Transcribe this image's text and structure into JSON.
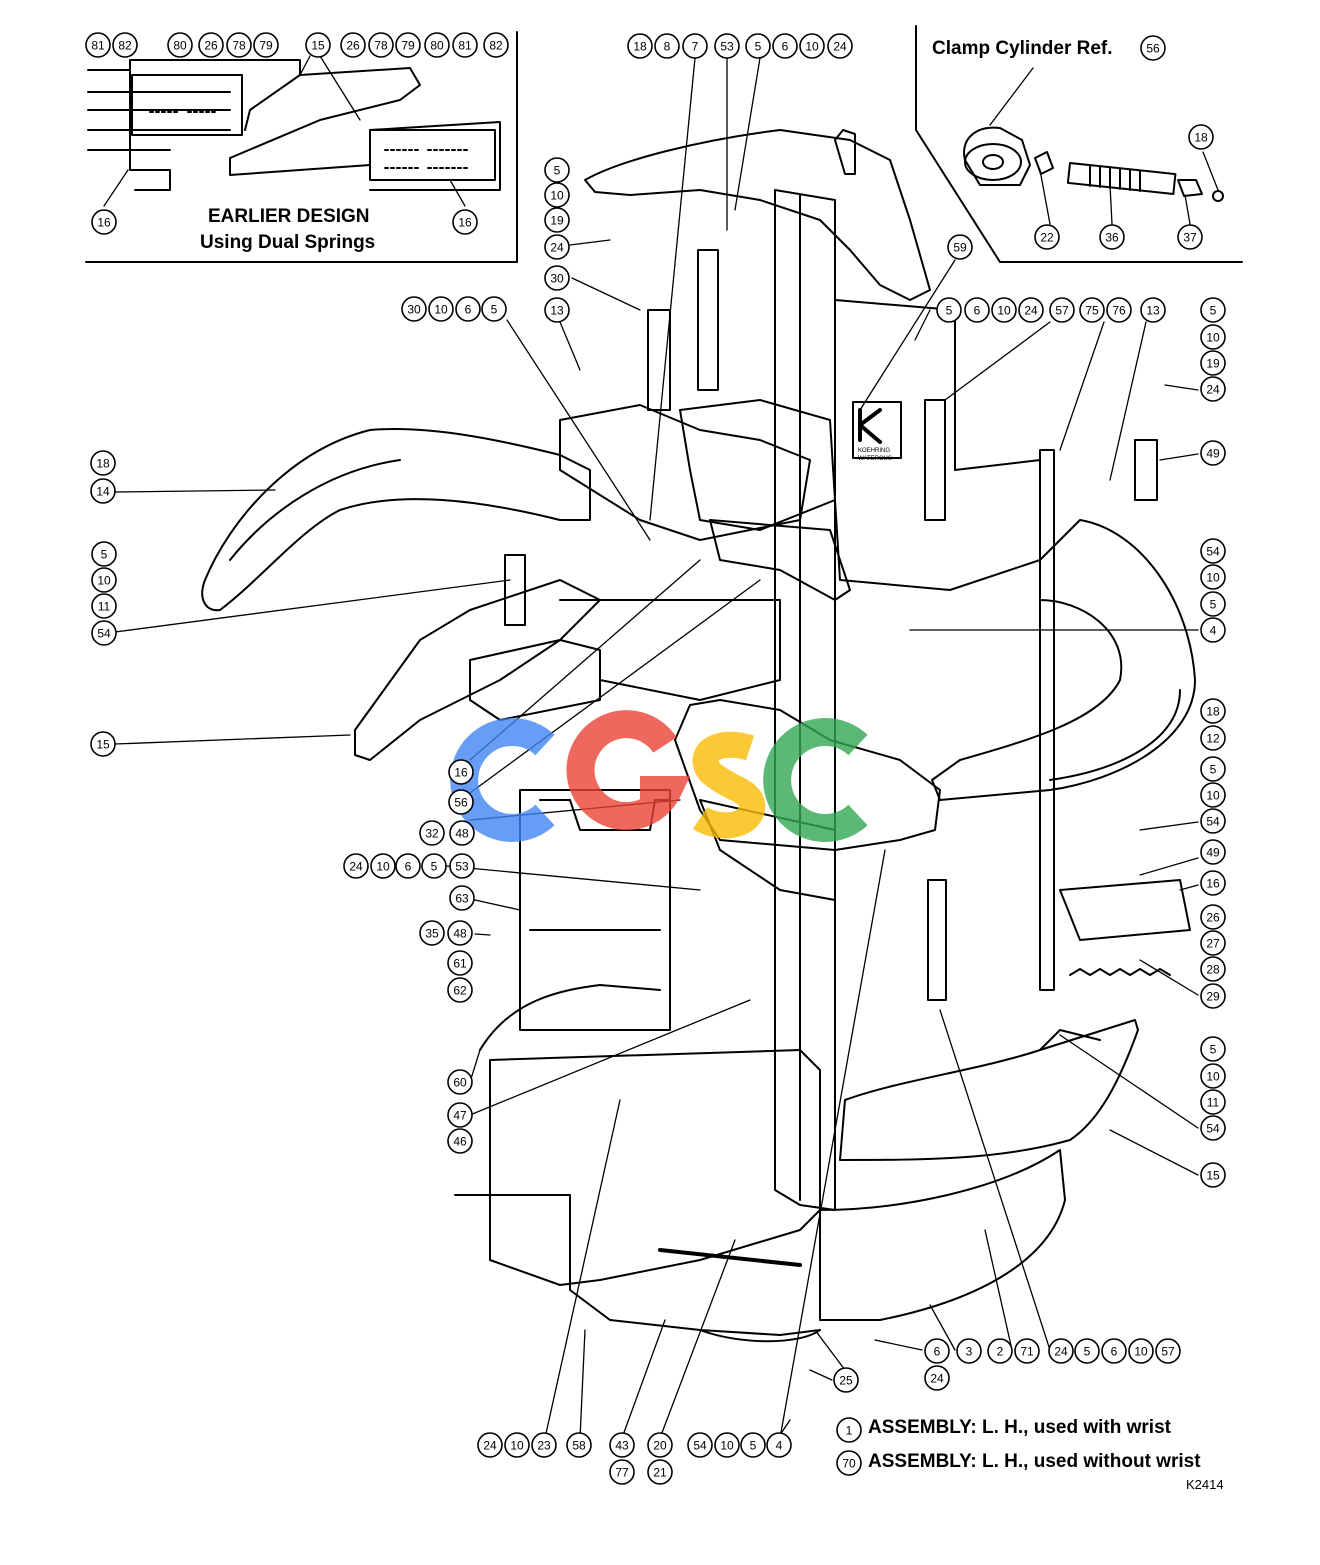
{
  "inset_earlier": {
    "caption_line1": "EARLIER DESIGN",
    "caption_line2": "Using Dual Springs"
  },
  "inset_clamp": {
    "title": "Clamp Cylinder Ref."
  },
  "legend": [
    {
      "callout": "1",
      "text": "ASSEMBLY: L. H., used with wrist"
    },
    {
      "callout": "70",
      "text": "ASSEMBLY: L. H., used without wrist"
    }
  ],
  "drawing_number": "K2414",
  "logo": {
    "letter": "K",
    "line1": "KOEHRING",
    "line2": "WATEROUS"
  },
  "watermark": {
    "text": "CGSC",
    "colors": [
      "#4285F4",
      "#EA4335",
      "#FBBC05",
      "#34A853"
    ]
  },
  "callouts": [
    "81",
    "82",
    "80",
    "26",
    "78",
    "79",
    "15",
    "26",
    "78",
    "79",
    "80",
    "81",
    "82",
    "16",
    "16",
    "18",
    "8",
    "7",
    "53",
    "5",
    "6",
    "10",
    "24",
    "56",
    "5",
    "10",
    "19",
    "24",
    "30",
    "13",
    "30",
    "10",
    "6",
    "5",
    "59",
    "18",
    "22",
    "36",
    "37",
    "5",
    "6",
    "10",
    "24",
    "57",
    "75",
    "76",
    "13",
    "5",
    "10",
    "19",
    "24",
    "49",
    "18",
    "14",
    "5",
    "10",
    "11",
    "54",
    "54",
    "10",
    "5",
    "4",
    "15",
    "16",
    "56",
    "32",
    "48",
    "18",
    "12",
    "5",
    "10",
    "54",
    "49",
    "16",
    "24",
    "10",
    "6",
    "5",
    "53",
    "63",
    "35",
    "48",
    "26",
    "27",
    "28",
    "29",
    "61",
    "62",
    "60",
    "47",
    "46",
    "5",
    "10",
    "11",
    "54",
    "15",
    "6",
    "24",
    "3",
    "2",
    "71",
    "24",
    "5",
    "6",
    "10",
    "57",
    "25",
    "24",
    "10",
    "23",
    "58",
    "43",
    "77",
    "20",
    "21",
    "54",
    "10",
    "5",
    "4"
  ]
}
